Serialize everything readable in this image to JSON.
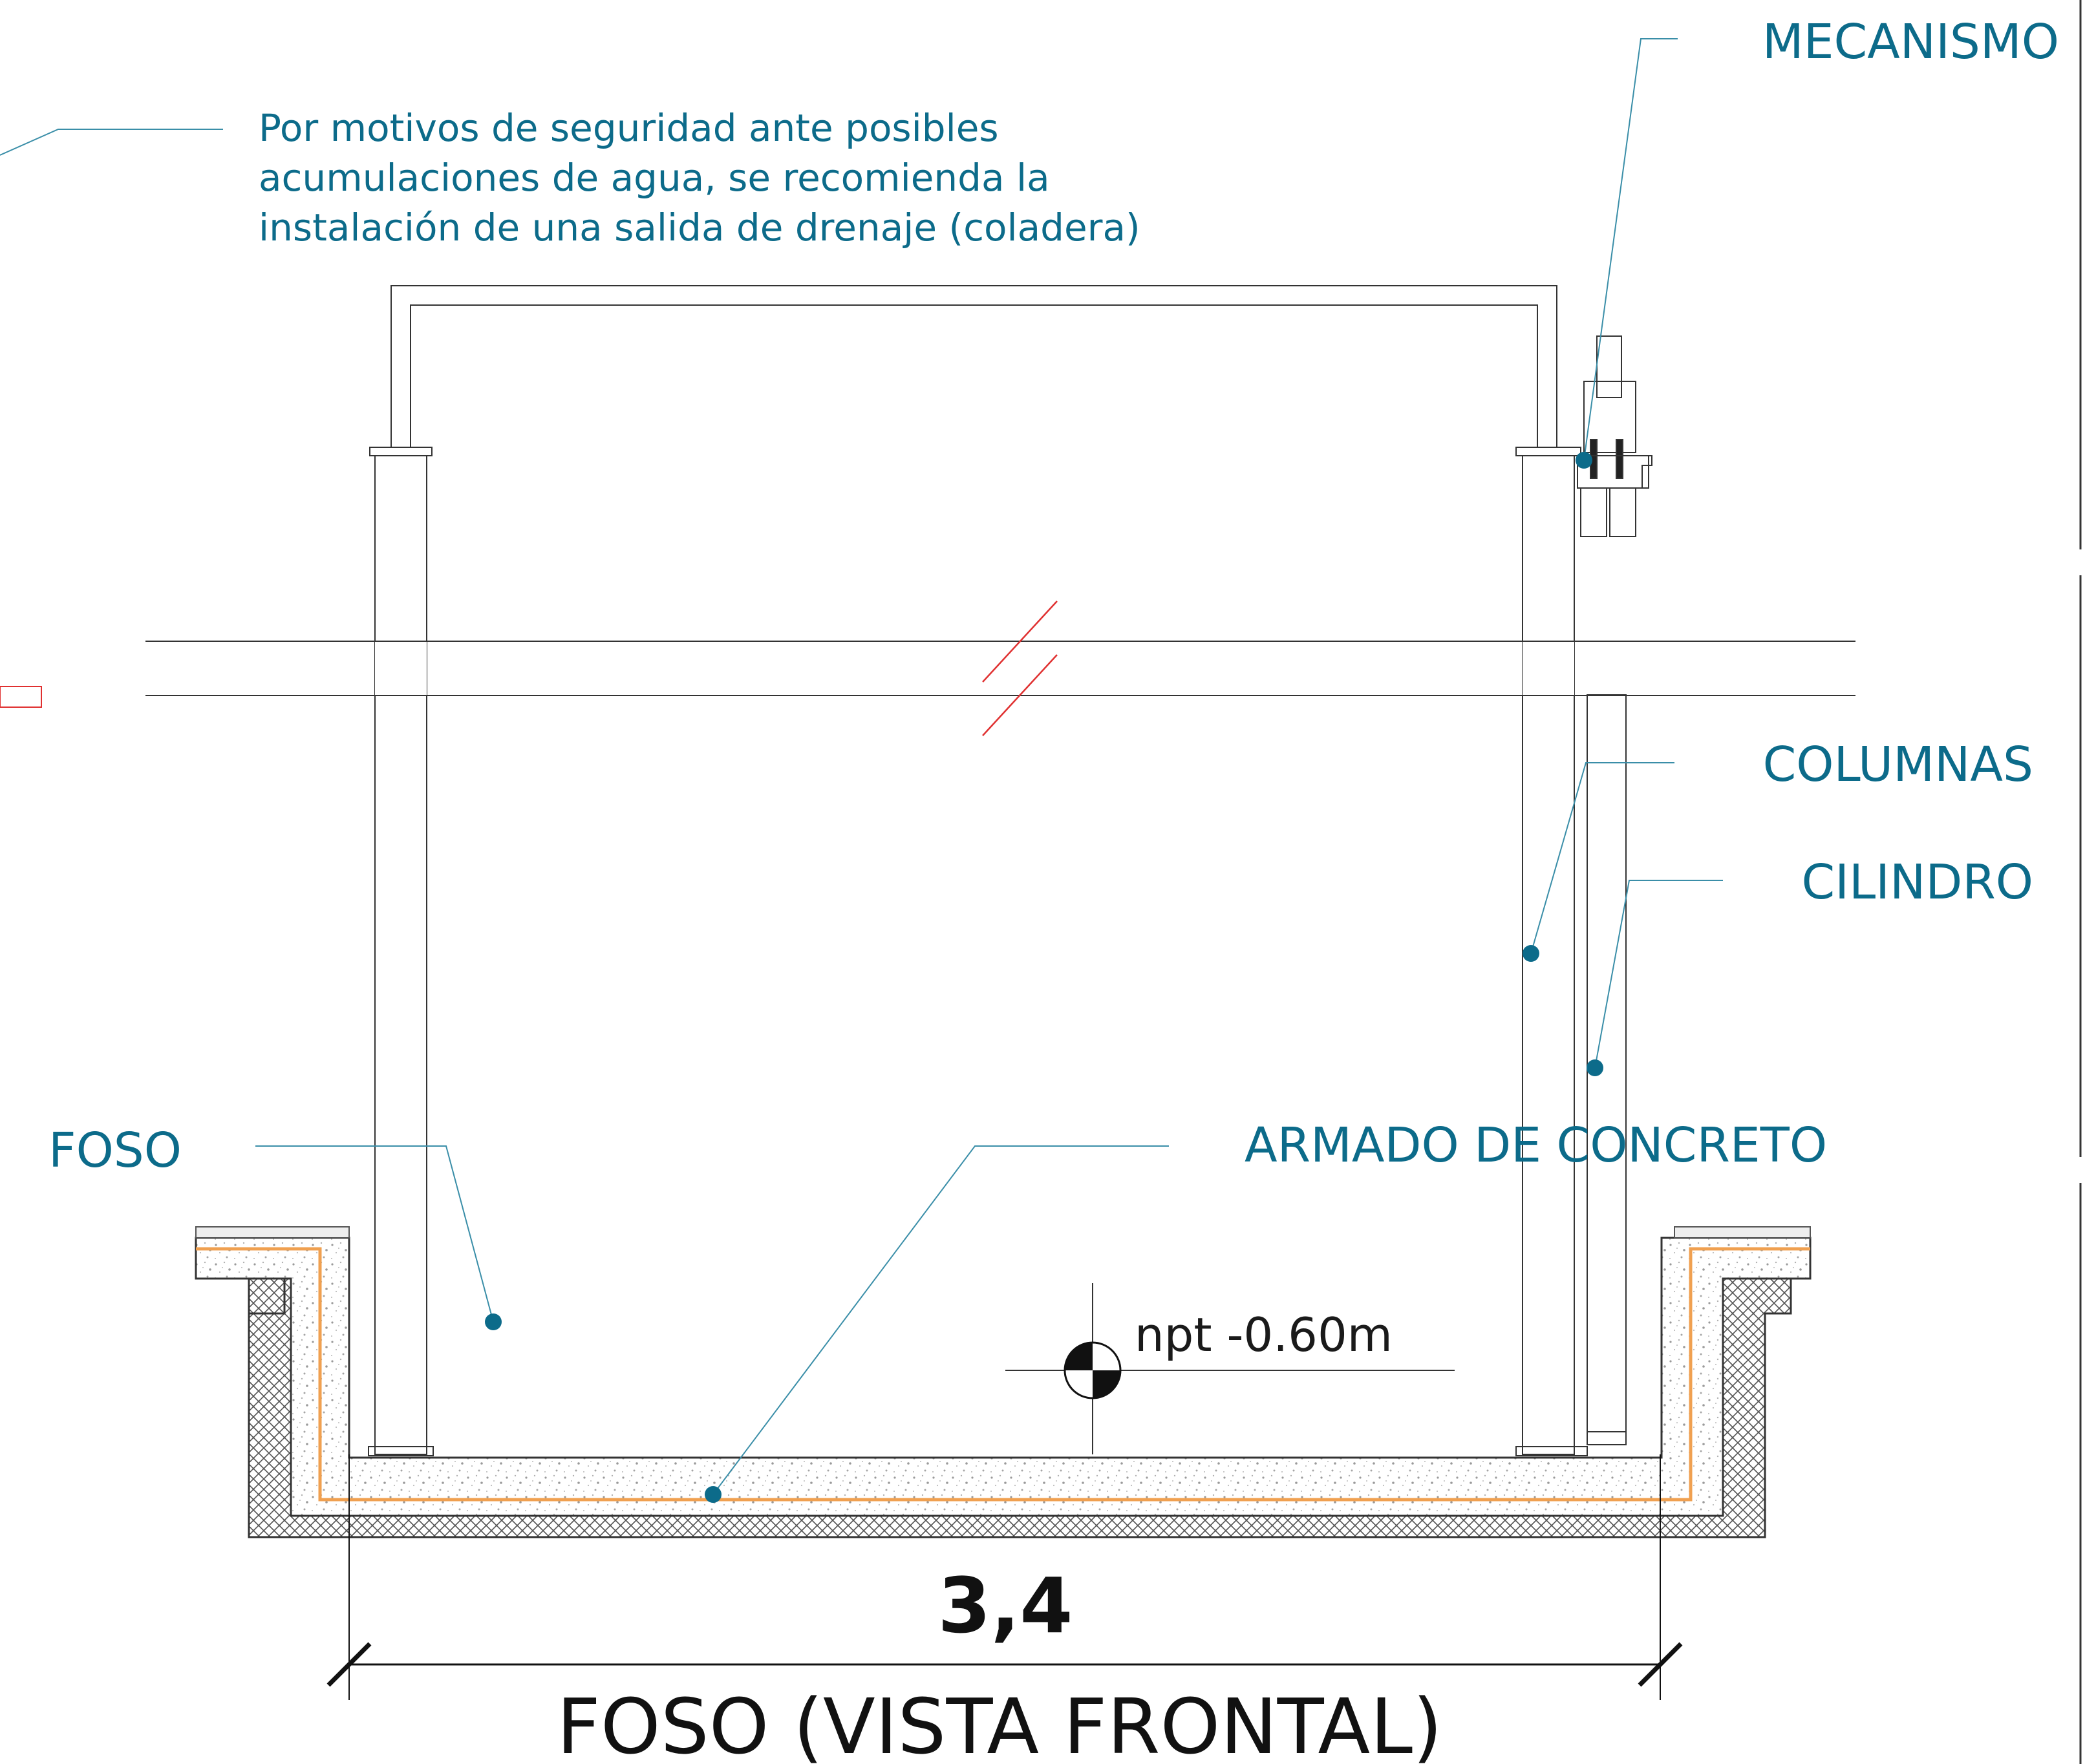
{
  "labels": {
    "mecanismo": "MECANISMO",
    "columnas": "COLUMNAS",
    "cilindro": "CILINDRO",
    "foso": "FOSO",
    "armado": "ARMADO DE CONCRETO"
  },
  "note": {
    "line1": "Por motivos de seguridad ante posibles",
    "line2": "acumulaciones de agua, se recomienda la",
    "line3": "instalación de una salida de drenaje (coladera)"
  },
  "level_mark": "npt -0.60m",
  "dimension": "3,4",
  "title": "FOSO (VISTA FRONTAL)",
  "colors": {
    "label": "#0c6b8a",
    "leader": "#3a8ea8",
    "rebar": "#f0a050",
    "break": "#e03030",
    "line": "#333333"
  }
}
